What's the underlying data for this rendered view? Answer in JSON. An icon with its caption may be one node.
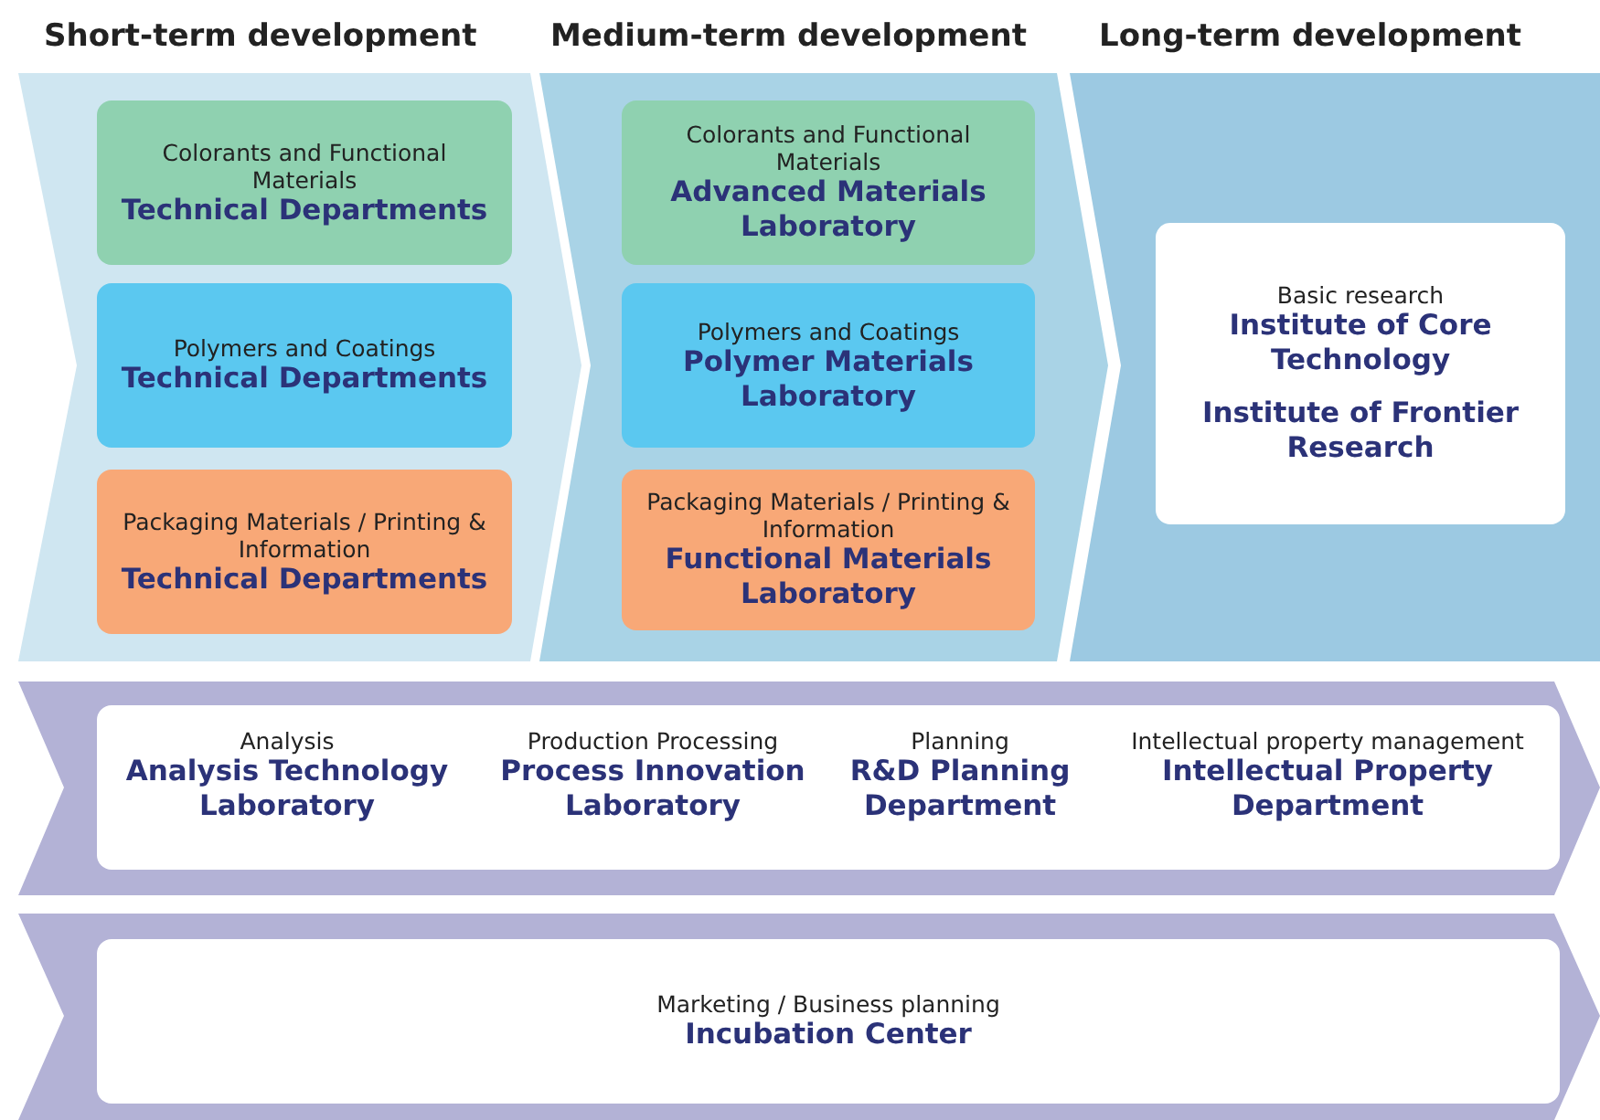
{
  "diagram": {
    "nodes": [
      {
        "text": [
          "Short-term development"
        ]
      },
      {
        "text": [
          "Colorants and Functional Materials",
          "Technical Departments"
        ],
        "in": 0
      },
      {
        "text": [
          "Polymers and Coatings",
          "Technical Departments"
        ],
        "in": 0
      },
      {
        "text": [
          "Packaging Materials / Printing & Information",
          "Technical Departments"
        ],
        "in": 0
      },
      {
        "text": [
          "Medium-term development"
        ]
      },
      {
        "text": [
          "Colorants and Functional Materials",
          "Advanced Materials Laboratory"
        ],
        "in": 4
      },
      {
        "text": [
          "Polymers and Coatings",
          "Polymer Materials Laboratory"
        ],
        "in": 4
      },
      {
        "text": [
          "Packaging Materials / Printing & Information",
          "Functional Materials Laboratory"
        ],
        "in": 4
      },
      {
        "text": [
          "Long-term development"
        ]
      },
      {
        "text": [
          "Basic research",
          "Institute of Core Technology",
          "Institute of Frontier Research"
        ],
        "in": 8
      },
      {
        "text": [],
        "shape": "band"
      },
      {
        "text": [
          "Analysis",
          "Analysis Technology Laboratory",
          "Production Processing",
          "Process Innovation Laboratory",
          "Planning",
          "R&D Planning Department",
          "Intellectual property management",
          "Intellectual Property Department"
        ],
        "in": 10
      },
      {
        "text": [],
        "shape": "band"
      },
      {
        "text": [
          "Marketing / Business planning",
          "Incubation Center"
        ],
        "in": 12
      }
    ]
  }
}
